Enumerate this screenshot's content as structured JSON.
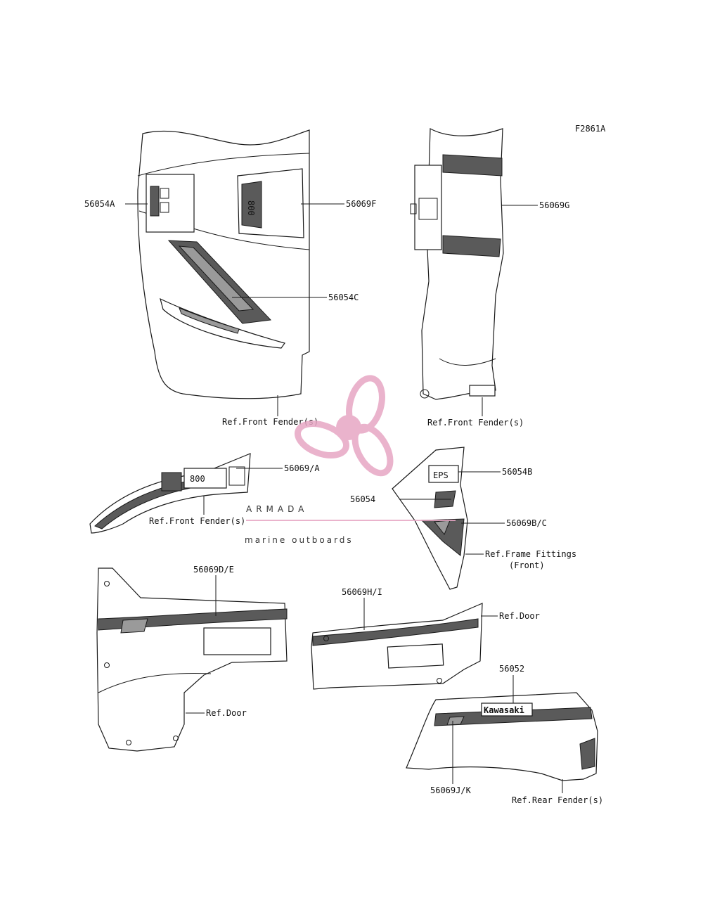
{
  "figure_code": "F2861A",
  "callouts": {
    "c56054A": "56054A",
    "c56069F": "56069F",
    "c56054C": "56054C",
    "c56069G": "56069G",
    "c56069A": "56069/A",
    "c56054B": "56054B",
    "c56054": "56054",
    "c56069BC": "56069B/C",
    "c56069DE": "56069D/E",
    "c56069HI": "56069H/I",
    "c56052": "56052",
    "c56069JK": "56069J/K"
  },
  "references": {
    "front_fender_1": "Ref.Front Fender(s)",
    "front_fender_2": "Ref.Front Fender(s)",
    "front_fender_3": "Ref.Front Fender(s)",
    "frame_fittings_1": "Ref.Frame Fittings",
    "frame_fittings_2": "(Front)",
    "door_1": "Ref.Door",
    "door_2": "Ref.Door",
    "rear_fender": "Ref.Rear Fender(s)"
  },
  "decal_text": {
    "eps": "EPS",
    "kawasaki": "Kawasaki",
    "model": "800"
  },
  "watermark": {
    "brand": "ARMADA",
    "tagline": "marine outboards",
    "color": "#e7a6c4"
  }
}
